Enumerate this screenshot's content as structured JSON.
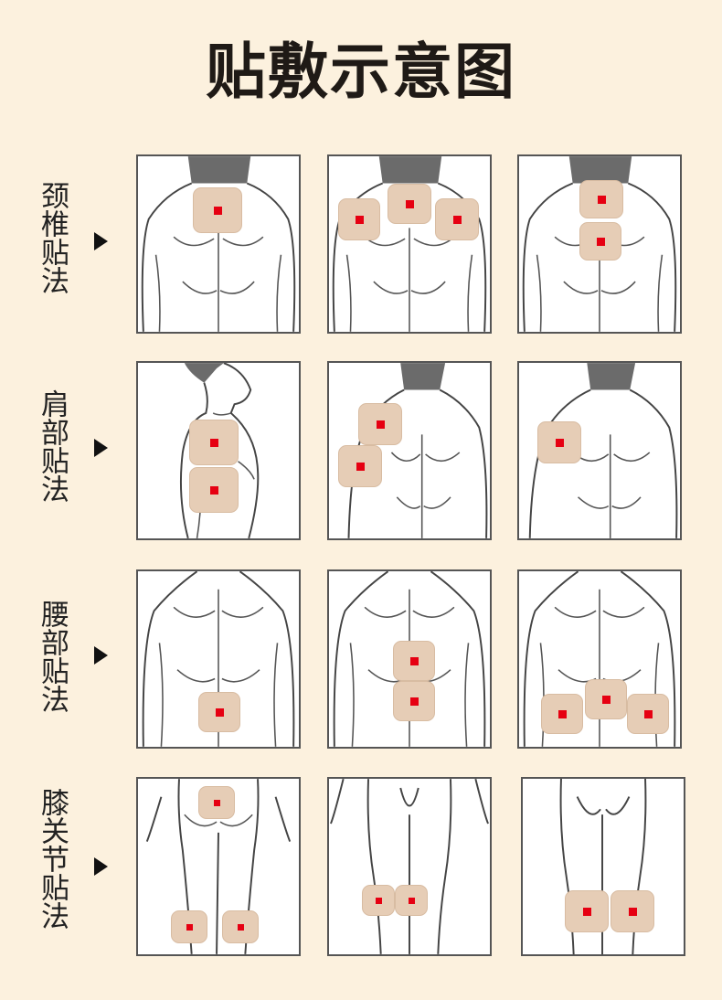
{
  "title": "贴敷示意图",
  "colors": {
    "background": "#fcf1de",
    "patch": "#e6cdb6",
    "point": "#e60012",
    "neck": "#6b6b6b"
  },
  "rows": [
    {
      "label": "颈椎贴法"
    },
    {
      "label": "肩部贴法"
    },
    {
      "label": "腰部贴法"
    },
    {
      "label": "膝关节贴法"
    }
  ]
}
